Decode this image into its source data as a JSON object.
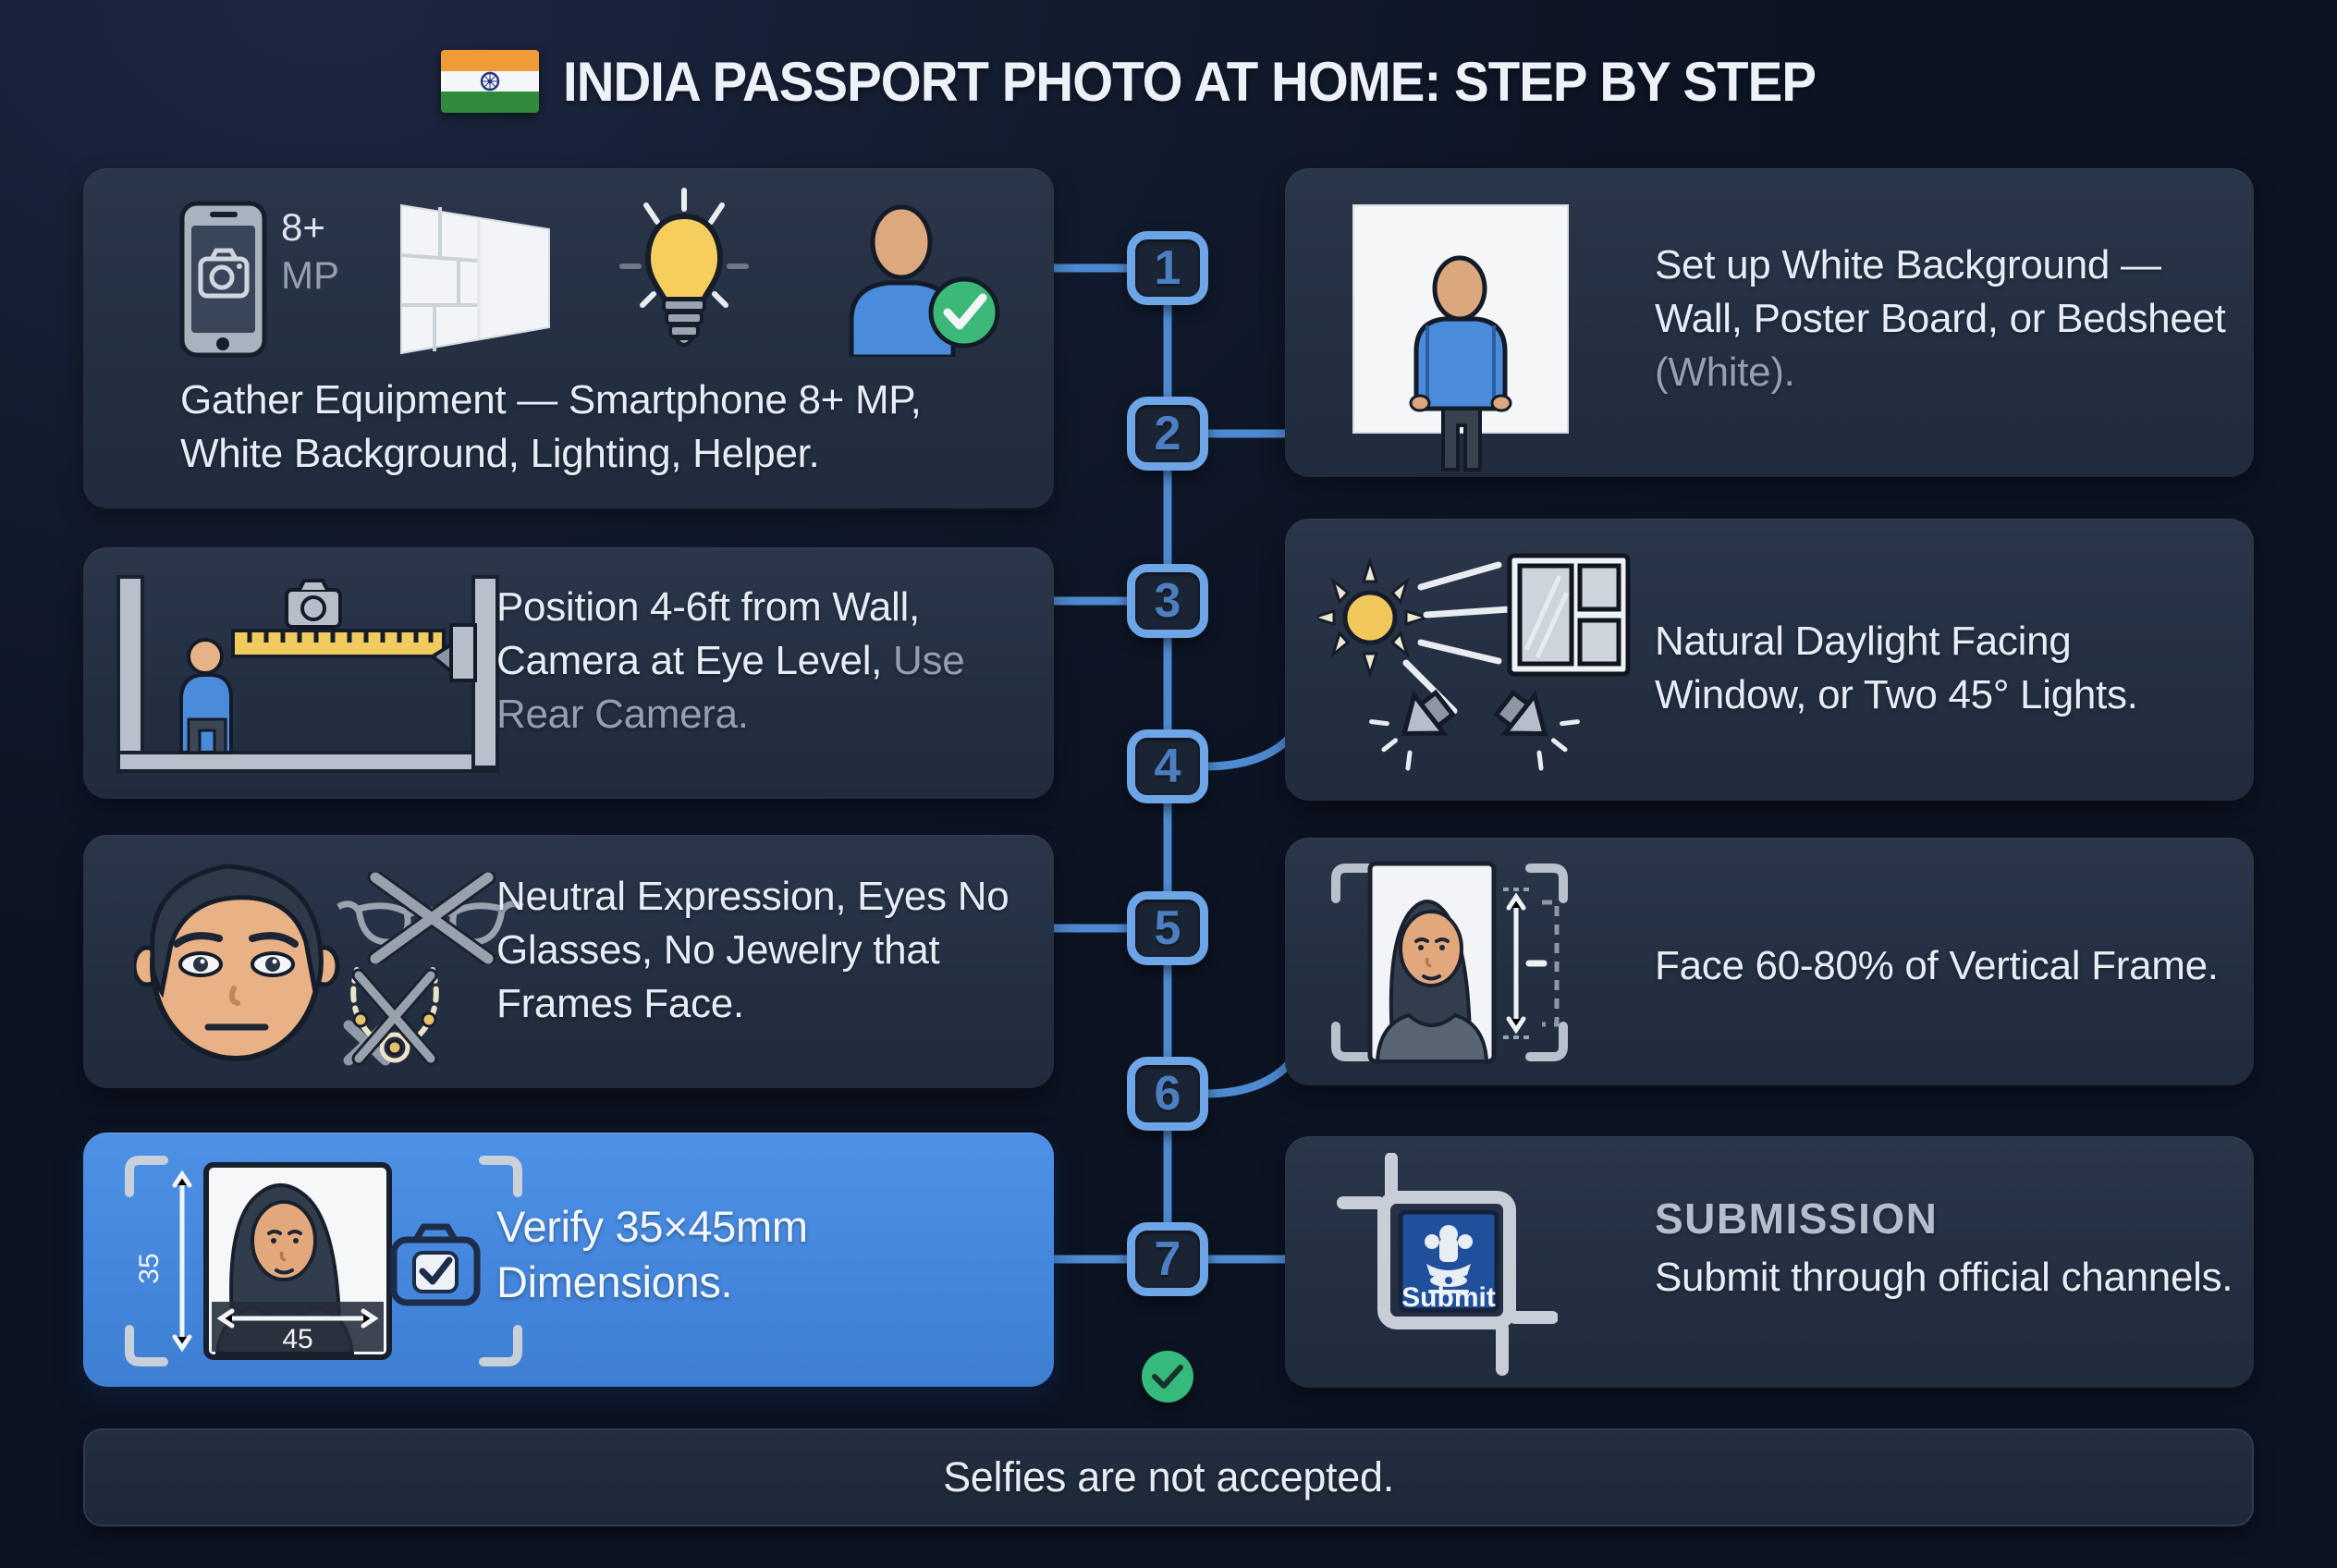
{
  "header": {
    "title": "INDIA PASSPORT PHOTO AT HOME: STEP BY STEP"
  },
  "timeline": {
    "numbers": [
      "1",
      "2",
      "3",
      "4",
      "5",
      "6",
      "7"
    ]
  },
  "cards": {
    "left": [
      {
        "name": "gather-equipment",
        "text": "Gather Equipment — Smartphone 8+ MP, White Background, Lighting, Helper.",
        "phone_badge_line1": "8+",
        "phone_badge_line2": "MP",
        "icons": [
          "smartphone-camera",
          "white-wall",
          "lightbulb",
          "helper-approved"
        ]
      },
      {
        "name": "positioning",
        "text_primary": "Position 4-6ft from Wall, Camera at Eye Level, ",
        "text_secondary": "Use Rear Camera.",
        "icons": [
          "distance-setup"
        ]
      },
      {
        "name": "appearance",
        "text": "Neutral Expression, Eyes No Glasses, No Jewelry that Frames Face.",
        "icons": [
          "neutral-face",
          "no-glasses",
          "no-jewelry"
        ]
      },
      {
        "name": "dimensions",
        "highlight": true,
        "text": "Verify 35×45mm Dimensions.",
        "photo_height_mm": "35",
        "photo_width_mm": "45",
        "icons": [
          "photo-35x45",
          "camera-check"
        ]
      }
    ],
    "right": [
      {
        "name": "white-background",
        "text_primary": "Set up White Background — Wall, Poster Board, or Bedsheet ",
        "text_secondary": "(White).",
        "icons": [
          "person-on-white"
        ]
      },
      {
        "name": "lighting",
        "text": "Natural Daylight Facing Window, or Two 45° Lights.",
        "icons": [
          "sun",
          "window",
          "two-45-lights"
        ]
      },
      {
        "name": "face-ratio",
        "text": "Face 60-80% of Vertical Frame.",
        "icons": [
          "face-frame-measure"
        ]
      },
      {
        "name": "submission",
        "heading": "SUBMISSION",
        "text": "Submit through official channels.",
        "stamp_label": "Submit",
        "icons": [
          "submit-stamp"
        ]
      }
    ]
  },
  "footer": {
    "note": "Selfies are not accepted."
  },
  "colors": {
    "background": "#101827",
    "card": "#242f42",
    "highlight_card": "#4489de",
    "accent_blue": "#4e8ad2",
    "node_border": "#6ea5e7",
    "success_green": "#35b97c",
    "flag_saffron": "#f09a38",
    "flag_green": "#2f8a3c",
    "text_primary": "#e8edf4",
    "text_secondary": "#94a0b2"
  }
}
